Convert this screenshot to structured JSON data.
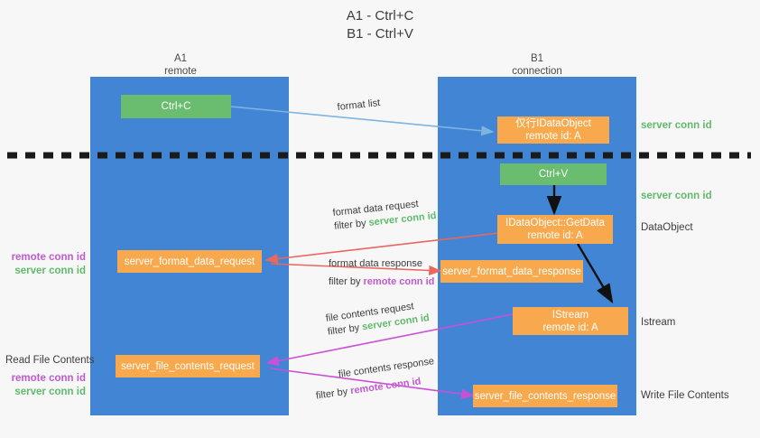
{
  "title": {
    "line1": "A1 - Ctrl+C",
    "line2": "B1 - Ctrl+V"
  },
  "lanes": [
    {
      "name": "A1",
      "sub": "remote"
    },
    {
      "name": "B1",
      "sub": "connection"
    }
  ],
  "boxes": {
    "ctrl_c": "Ctrl+C",
    "ctrl_v": "Ctrl+V",
    "idataobject_l1": "仅行IDataObject",
    "idataobject_l2": "remote id: A",
    "getdata_l1": "IDataObject::GetData",
    "getdata_l2": "remote id: A",
    "istream_l1": "IStream",
    "istream_l2": "remote id: A",
    "server_format_data_request": "server_format_data_request",
    "server_format_data_response": "server_format_data_response",
    "server_file_contents_request": "server_file_contents_request",
    "server_file_contents_response": "server_file_contents_response"
  },
  "arrow_labels": {
    "format_list": "format list",
    "format_data_request": "format data request",
    "format_data_request_filter_prefix": "filter by ",
    "format_data_request_filter_key": "server conn id",
    "format_data_response": "format data response",
    "format_data_response_filter_prefix": "filter by ",
    "format_data_response_filter_key": "remote conn id",
    "file_contents_request": "file contents request",
    "file_contents_request_filter_prefix": "filter by ",
    "file_contents_request_filter_key": "server conn id",
    "file_contents_response": "file contents response",
    "file_contents_response_filter_prefix": "filter by ",
    "file_contents_response_filter_key": "remote conn id"
  },
  "right_labels": {
    "server_conn_id_top": "server conn id",
    "server_conn_id_second": "server conn id",
    "dataobject": "DataObject",
    "istream": "Istream",
    "write_file_contents": "Write File Contents"
  },
  "left_labels": {
    "remote_conn_id_1": "remote conn id",
    "server_conn_id_1": "server conn id",
    "read_file_contents": "Read File Contents",
    "remote_conn_id_2": "remote conn id",
    "server_conn_id_2": "server conn id"
  },
  "colors": {
    "background": "#f7f7f7",
    "lane": "#4285d4",
    "green_box": "#6abd6e",
    "orange_box": "#f9a94d",
    "server_conn_id": "#5fbb6b",
    "remote_conn_id": "#c05ad0",
    "arrow_blue": "#7fb3e0",
    "arrow_red": "#e8685d",
    "arrow_magenta": "#cc4fd6",
    "arrow_black": "#111111",
    "divider": "#1a1a1a"
  }
}
